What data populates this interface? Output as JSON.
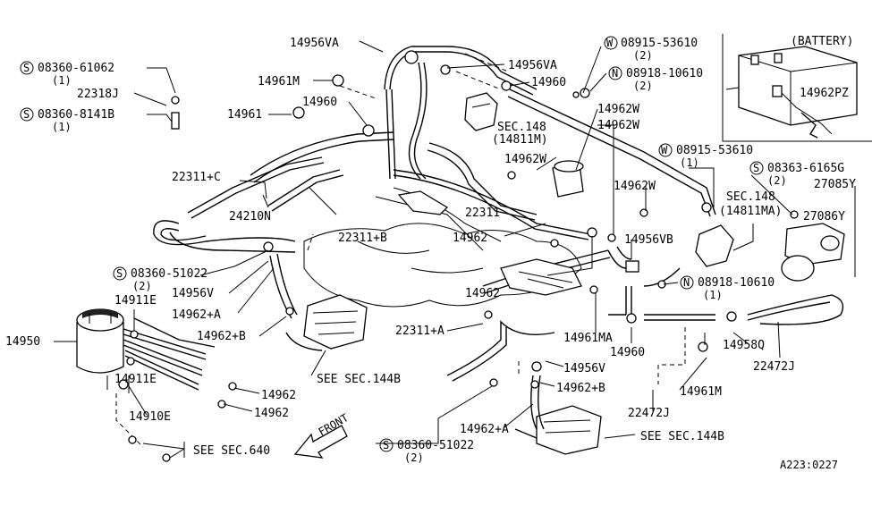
{
  "labels": {
    "bolt1_num": "08360-61062",
    "bolt1_qty": "(1)",
    "l_22318J": "22318J",
    "bolt2_num": "08360-8141B",
    "bolt2_qty": "(1)",
    "l_14961M_a": "14961M",
    "l_14960_a": "14960",
    "l_14961": "14961",
    "l_14956VA_a": "14956VA",
    "l_14956VA_b": "14956VA",
    "l_14960_b": "14960",
    "w1_num": "08915-53610",
    "w1_qty": "(2)",
    "n1_num": "08918-10610",
    "n1_qty": "(2)",
    "sec148_a": "SEC.148",
    "sec148_a_sub": "(14811M)",
    "l_14962W_a": "14962W",
    "l_14962W_b": "14962W",
    "l_14962W_c": "14962W",
    "l_14962W_d": "14962W",
    "battery": "(BATTERY)",
    "l_14962PZ": "14962PZ",
    "w2_num": "08915-53610",
    "w2_qty": "(1)",
    "s_08363": "08363-6165G",
    "s_08363_qty": "(2)",
    "l_27085Y": "27085Y",
    "sec148_b": "SEC.148",
    "sec148_b_sub": "(14811MA)",
    "l_27086Y": "27086Y",
    "l_22311C": "22311+C",
    "l_24210N": "24210N",
    "l_22311B": "22311+B",
    "l_22311": "22311",
    "l_14962_a": "14962",
    "l_14956VB": "14956VB",
    "s_51022_a": "08360-51022",
    "s_51022_a_qty": "(2)",
    "l_14911E_a": "14911E",
    "l_14956V_a": "14956V",
    "l_14962A_a": "14962+A",
    "l_14962B_a": "14962+B",
    "l_14962_b": "14962",
    "n2_num": "08918-10610",
    "n2_qty": "(1)",
    "l_14950": "14950",
    "l_22311A": "22311+A",
    "l_14961MA": "14961MA",
    "l_14960_c": "14960",
    "l_14958Q": "14958Q",
    "l_22472J_a": "22472J",
    "see144_a": "SEE SEC.144B",
    "l_14911E_b": "14911E",
    "l_14910E": "14910E",
    "l_14962_c": "14962",
    "l_14962_d": "14962",
    "l_14956V_b": "14956V",
    "l_14962B_b": "14962+B",
    "l_14961M_b": "14961M",
    "l_22472J_b": "22472J",
    "l_14962A_b": "14962+A",
    "see144_b": "SEE SEC.144B",
    "front": "FRONT",
    "see640": "SEE SEC.640",
    "s_51022_b": "08360-51022",
    "s_51022_b_qty": "(2)",
    "ref": "A223:0227"
  }
}
